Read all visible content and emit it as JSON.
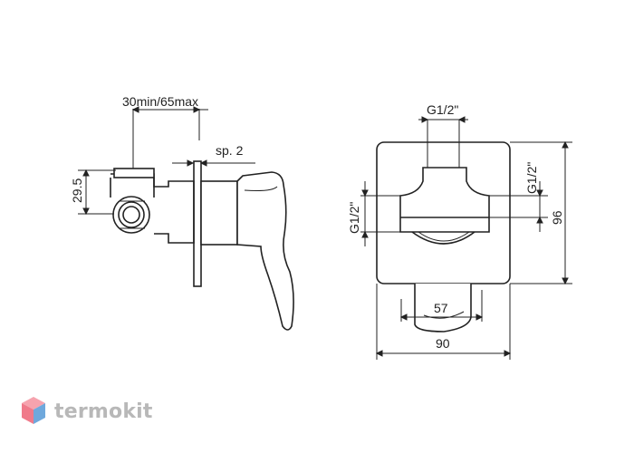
{
  "dimensions": {
    "wall_depth": "30min/65max",
    "plate_thickness": "sp. 2",
    "height_offset": "29.5",
    "inlet_thread_top": "G1/2\"",
    "inlet_thread_right": "G1/2\"",
    "inlet_thread_left": "G1/2\"",
    "plate_height": "96",
    "handle_width": "57",
    "plate_width": "90"
  },
  "brand": {
    "name": "termokit",
    "colors": [
      "#f07a8a",
      "#6fa8dc",
      "#b8b8b8"
    ]
  }
}
